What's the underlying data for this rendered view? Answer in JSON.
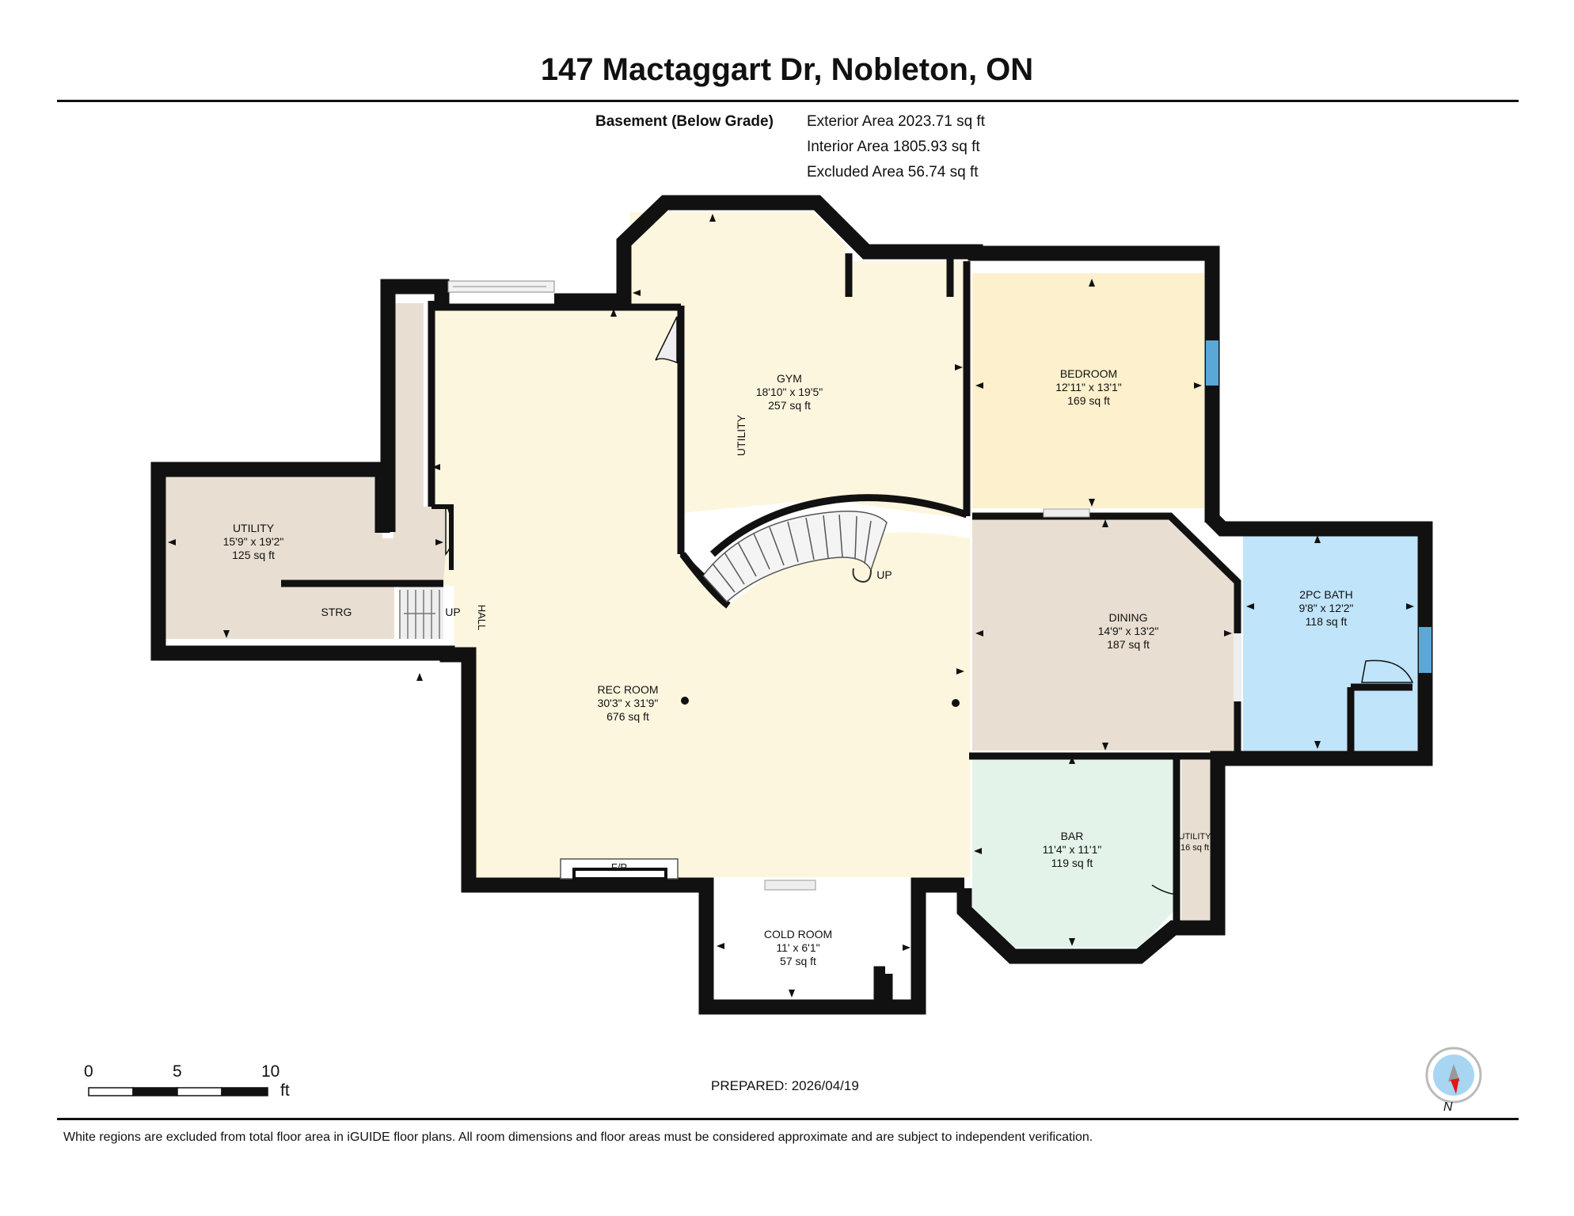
{
  "header": {
    "title": "147 Mactaggart Dr, Nobleton, ON"
  },
  "summary": {
    "floor_label": "Basement (Below Grade)",
    "exterior_area": "Exterior Area 2023.71 sq ft",
    "interior_area": "Interior Area 1805.93 sq ft",
    "excluded_area": "Excluded Area 56.74 sq ft"
  },
  "rooms": {
    "gym": {
      "name": "GYM",
      "dims": "18'10\" x 19'5\"",
      "area": "257 sq ft"
    },
    "bedroom": {
      "name": "BEDROOM",
      "dims": "12'11\" x 13'1\"",
      "area": "169 sq ft"
    },
    "utility_west": {
      "name": "UTILITY",
      "dims": "15'9\" x 19'2\"",
      "area": "125 sq ft"
    },
    "dining": {
      "name": "DINING",
      "dims": "14'9\" x 13'2\"",
      "area": "187 sq ft"
    },
    "bath": {
      "name": "2PC BATH",
      "dims": "9'8\" x 12'2\"",
      "area": "118 sq ft"
    },
    "rec_room": {
      "name": "REC ROOM",
      "dims": "30'3\" x 31'9\"",
      "area": "676 sq ft"
    },
    "bar": {
      "name": "BAR",
      "dims": "11'4\" x 11'1\"",
      "area": "119 sq ft"
    },
    "utility_small": {
      "name": "UTILITY",
      "area": "16 sq ft"
    },
    "cold_room": {
      "name": "COLD ROOM",
      "dims": "11' x 6'1\"",
      "area": "57 sq ft"
    }
  },
  "labels": {
    "utility_vertical": "UTILITY",
    "strg": "STRG",
    "hall": "HALL",
    "up_stairs_small": "UP",
    "up_stairs_curved": "UP",
    "fireplace": "F/P"
  },
  "scale": {
    "tick_0": "0",
    "tick_5": "5",
    "tick_10": "10",
    "unit": "ft"
  },
  "footer": {
    "prepared": "PREPARED: 2026/04/19",
    "disclaimer": "White regions are excluded from total floor area in iGUIDE floor plans. All room dimensions and floor areas must be considered approximate and are subject to independent verification.",
    "compass_label": "N"
  },
  "colors": {
    "wall": "#111111",
    "rec_room": "#fdf6df",
    "gym": "#fdf6df",
    "bedroom": "#fdf0cc",
    "utility": "#e8dfd2",
    "dining": "#e8dfd2",
    "bath": "#c0e4fa",
    "bar": "#e4f3ea",
    "window": "#5aa8d8"
  }
}
